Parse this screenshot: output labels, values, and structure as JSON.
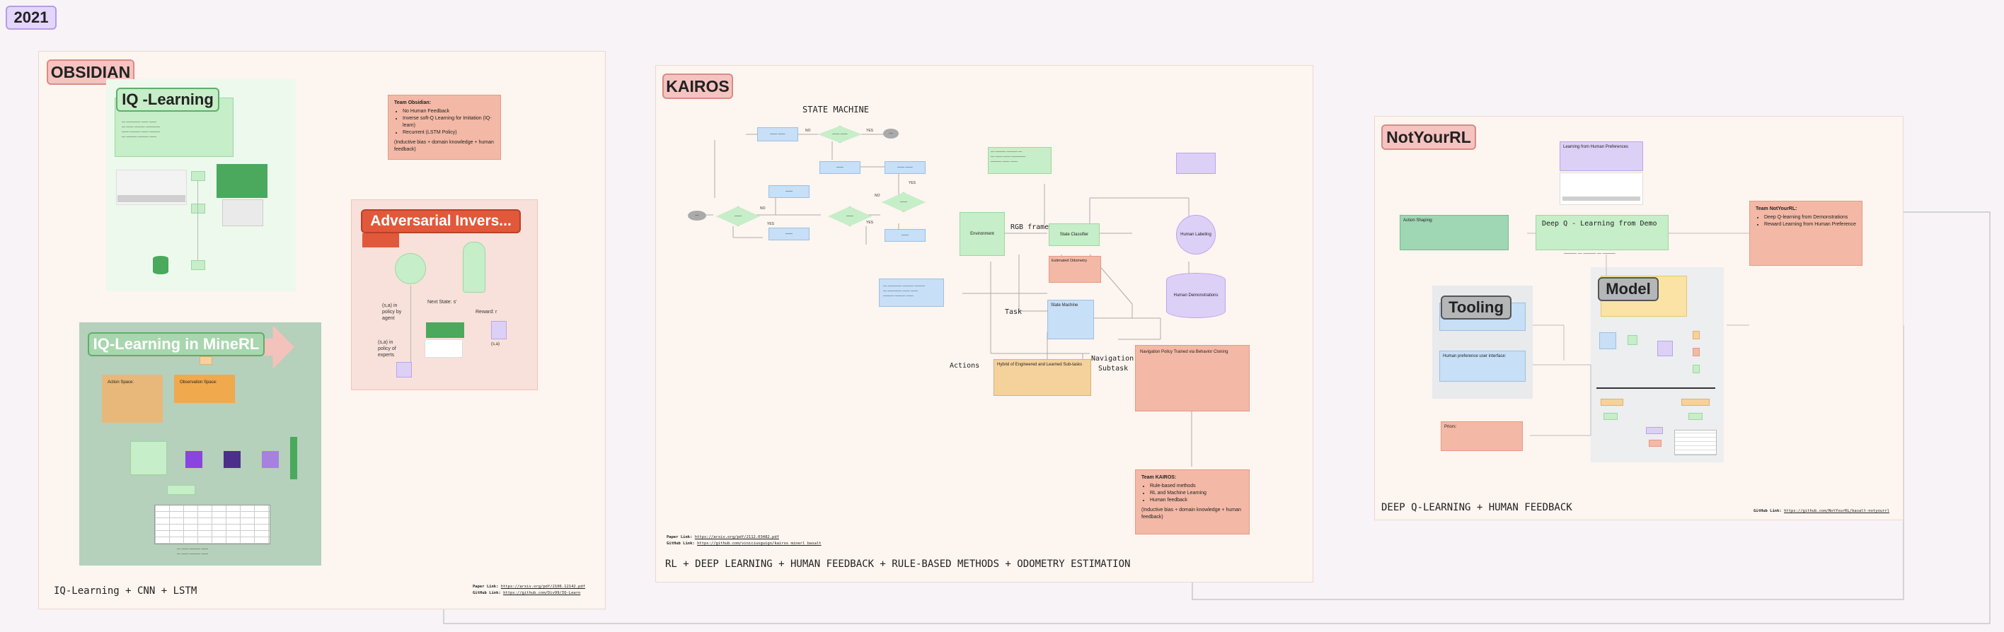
{
  "year_tag": "2021",
  "obsidian": {
    "tag": "OBSIDIAN",
    "iq_learning_tag": "IQ -Learning",
    "iq_minerl_tag": "IQ-Learning in MineRL",
    "adversarial_tag": "Adversarial Invers...",
    "footer": "IQ-Learning + CNN + LSTM",
    "paper_label": "Paper Link:",
    "paper_url": "https://arxiv.org/pdf/2106.12142.pdf",
    "github_label": "GitHub Link:",
    "github_url": "https://github.com/Div99/IQ-Learn",
    "team_note": {
      "title": "Team Obsidian:",
      "items": [
        "No Human Feedback",
        "Inverse soft-Q Learning for Imitation (IQ-learn)",
        "Recurrent (LSTM Policy)"
      ],
      "bias": "(Inductive bias + domain knowledge + human feedback)"
    },
    "adv_labels": {
      "pair1": "(s,a) in policy by agent",
      "pair2": "(s,a) in policy of experts",
      "next_state": "Next State: s'",
      "reward": "Reward: r",
      "sprime": "(s,a)"
    },
    "minerl": {
      "action_space": "Action Space:",
      "observation_space": "Observation Space:"
    }
  },
  "kairos": {
    "tag": "KAIROS",
    "state_machine_title": "STATE MACHINE",
    "labels": {
      "no1": "NO",
      "yes1": "YES",
      "no2": "NO",
      "yes2": "YES",
      "no3": "NO",
      "yes3": "YES",
      "yes4": "YES",
      "rgb_frame": "RGB frame",
      "task": "Task",
      "actions": "Actions",
      "navigation": "Navigation",
      "subtask": "Subtask"
    },
    "nodes": {
      "environment": "Environment",
      "state_classifier": "State Classifier",
      "state_machine": "State Machine",
      "hybrid": "Hybrid of Engineered and Learned Sub-tasks",
      "human_labeling": "Human Labeling",
      "human_demonstrations": "Human Demonstrations",
      "estimated_odometry": "Estimated Odometry"
    },
    "nav_policy": {
      "title": "Navigation Policy Trained via Behavior Cloning"
    },
    "team_note": {
      "title": "Team KAIROS:",
      "items": [
        "Rule-based methods",
        "RL and Machine Learning",
        "Human feedback"
      ],
      "bias": "(Inductive bias + domain knowledge + human feedback)"
    },
    "paper_label": "Paper Link:",
    "paper_url": "https://arxiv.org/pdf/2112.03482.pdf",
    "github_label": "GitHub Link:",
    "github_url": "https://github.com/viniciusguigo/kairos_minerl_basalt",
    "footer": "RL + DEEP LEARNING + HUMAN FEEDBACK + RULE-BASED METHODS + ODOMETRY ESTIMATION"
  },
  "notyourrl": {
    "tag": "NotYourRL",
    "tooling_tag": "Tooling",
    "model_tag": "Model",
    "deep_q_title": "Deep Q - Learning from Demo",
    "lfhp_title": "Learning from Human Preferences",
    "human_pref_title": "Human preference user interface:",
    "action_shaping_title": "Action Shaping:",
    "priors_title": "Priors:",
    "team_note": {
      "title": "Team NotYourRL:",
      "items": [
        "Deep Q-learning from Demonstrations",
        "Reward Learning from Human Preference"
      ]
    },
    "footer": "DEEP Q-LEARNING + HUMAN FEEDBACK",
    "github_label": "GitHub Link:",
    "github_url": "https://github.com/NotYourRL/basalt-notyourrl"
  }
}
